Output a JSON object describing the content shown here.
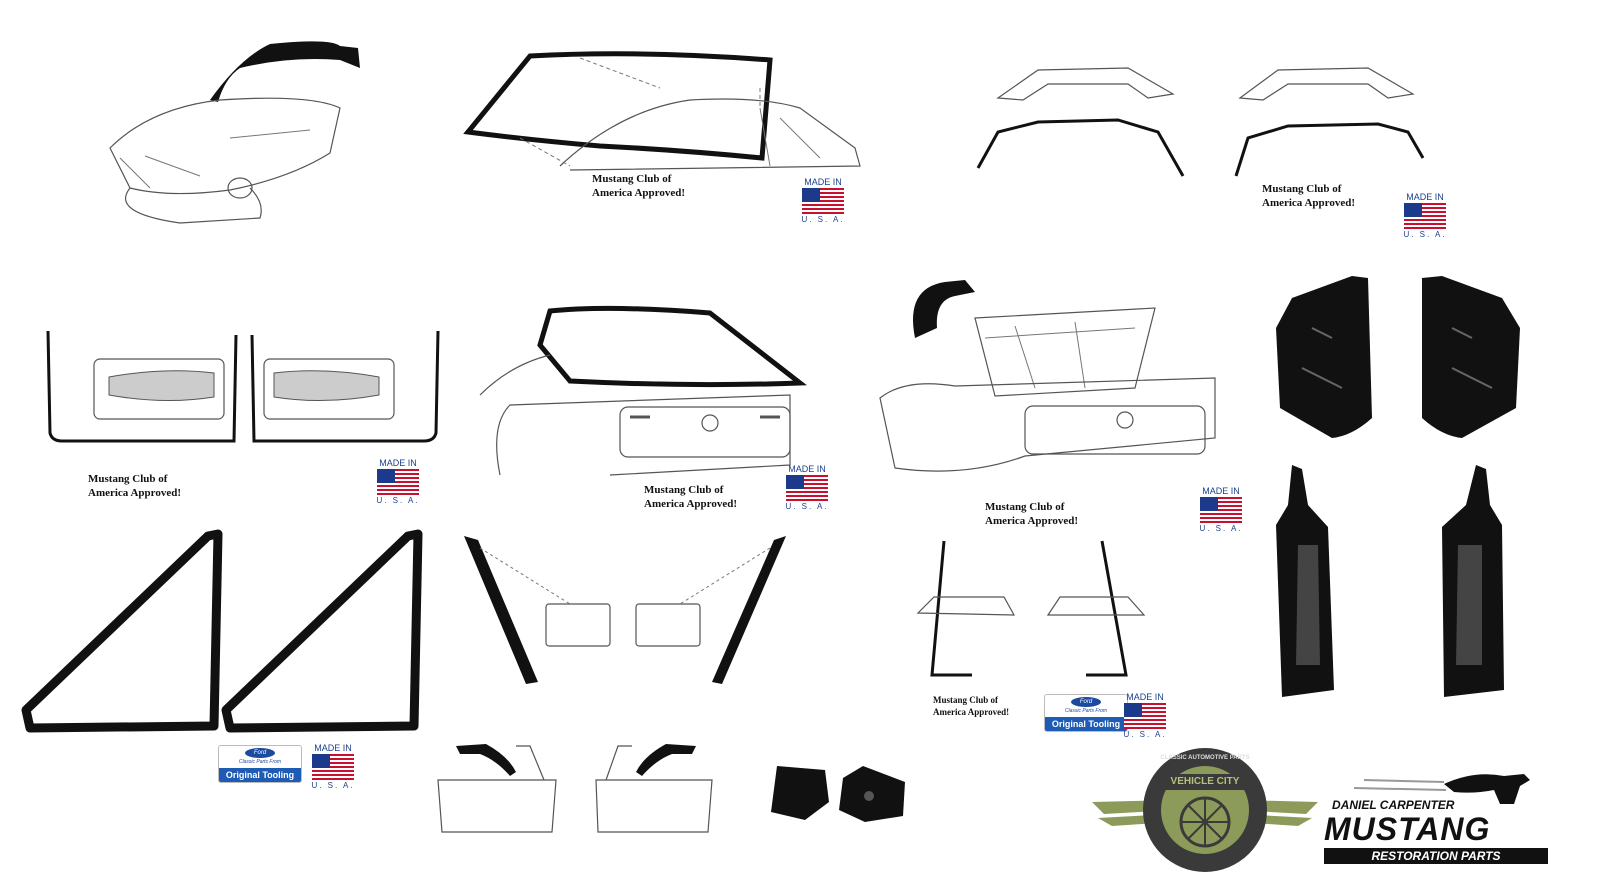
{
  "approval_text": {
    "line1": "Mustang Club of",
    "line2": "America Approved!"
  },
  "made_in_usa": {
    "line1": "MADE IN",
    "line2": "U. S. A."
  },
  "ford_badge": {
    "oval": "Ford",
    "classic": "Classic Parts From",
    "tooling": "Original Tooling"
  },
  "vehicle_city_logo": {
    "ring_text": "CLASSIC AUTOMOTIVE PARTS",
    "banner": "VEHICLE CITY"
  },
  "mustang_logo": {
    "top": "DANIEL CARPENTER",
    "main": "MUSTANG",
    "bottom": "RESTORATION PARTS"
  },
  "colors": {
    "rubber": "#111111",
    "line_art": "#555555",
    "flag_red": "#c8102e",
    "flag_blue": "#1c3a8c",
    "ford_blue": "#1d5bb5",
    "logo_green": "#8c9a5a",
    "logo_gray": "#3a3a3a"
  }
}
